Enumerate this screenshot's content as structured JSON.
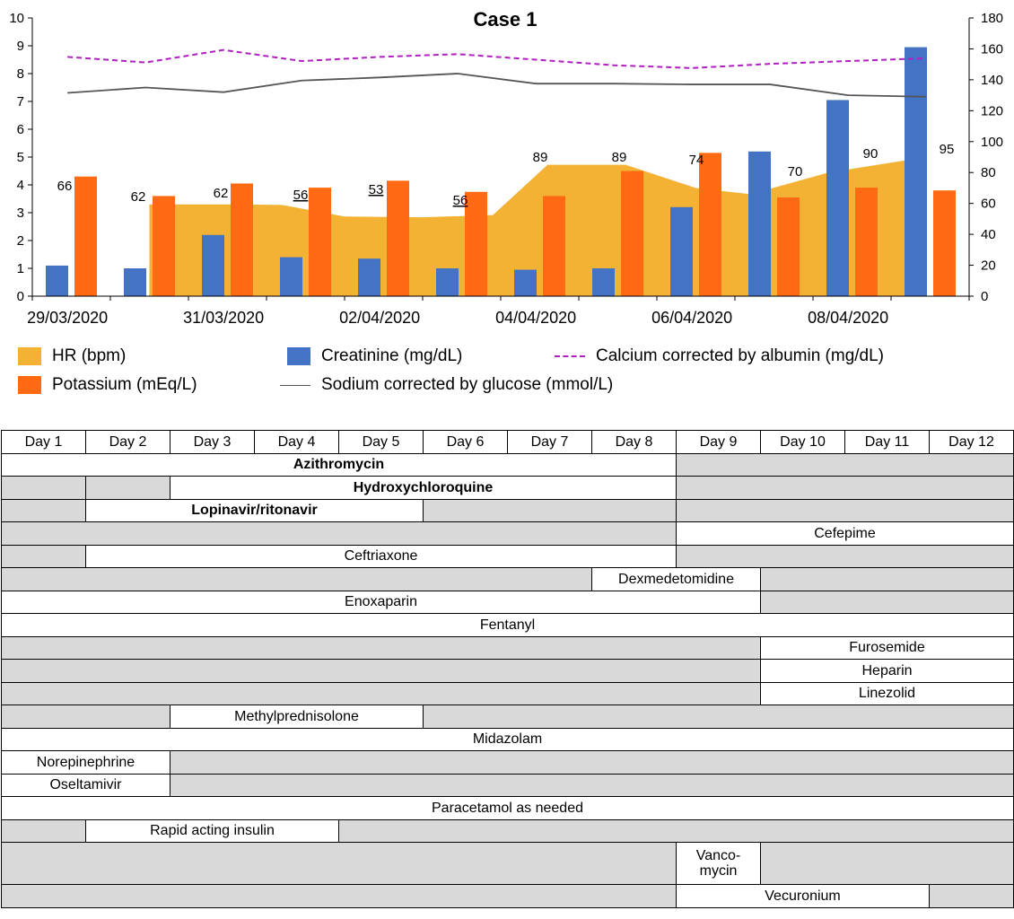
{
  "chart_data": {
    "type": "bar",
    "title": "Case 1",
    "x_tick_labels": [
      "29/03/2020",
      "31/03/2020",
      "02/04/2020",
      "04/04/2020",
      "06/04/2020",
      "08/04/2020"
    ],
    "left_axis": {
      "ylim": [
        0,
        10
      ],
      "ticks": [
        "0",
        "1",
        "2",
        "3",
        "4",
        "5",
        "6",
        "7",
        "8",
        "9",
        "10"
      ]
    },
    "right_axis": {
      "ylim": [
        0,
        180
      ],
      "ticks": [
        "0",
        "20",
        "40",
        "60",
        "80",
        "100",
        "120",
        "140",
        "160",
        "180"
      ]
    },
    "days": [
      "29/03/2020",
      "30/03/2020",
      "31/03/2020",
      "01/04/2020",
      "02/04/2020",
      "03/04/2020",
      "04/04/2020",
      "05/04/2020",
      "06/04/2020",
      "07/04/2020",
      "08/04/2020",
      "09/04/2020"
    ],
    "series": [
      {
        "name": "HR (bpm)",
        "kind": "area",
        "axis": "right",
        "color": "#f3b234",
        "values": [
          null,
          59.4,
          59.4,
          59,
          51.5,
          51,
          52.5,
          85,
          85,
          70,
          66,
          80,
          88
        ],
        "x_points": [
          "29/03/2020",
          "30/03/2020",
          "31/03/2020",
          "31/03/2020 late",
          "01/04/2020",
          "02/04/2020",
          "03/04/2020",
          "04/04/2020",
          "05/04/2020",
          "06/04/2020",
          "07/04/2020",
          "08/04/2020",
          "09/04/2020"
        ],
        "labels": [
          "66",
          "62",
          "62",
          "56",
          "53",
          "56",
          "89",
          "89",
          "74",
          "70",
          "90",
          "95"
        ],
        "underlined_labels": [
          3,
          4,
          5
        ]
      },
      {
        "name": "Creatinine (mg/dL)",
        "kind": "bar",
        "axis": "left",
        "color": "#4472c4",
        "values": [
          1.1,
          1.0,
          2.2,
          1.4,
          1.35,
          1.0,
          0.95,
          1.0,
          3.2,
          5.2,
          7.05,
          8.95
        ]
      },
      {
        "name": "Potassium (mEq/L)",
        "kind": "bar",
        "axis": "left",
        "color": "#ff6a13",
        "values": [
          4.3,
          3.6,
          4.05,
          3.9,
          4.15,
          3.75,
          3.6,
          4.5,
          5.15,
          3.55,
          3.9,
          3.8
        ]
      },
      {
        "name": "Calcium corrected by albumin (mg/dL)",
        "kind": "line",
        "axis": "left",
        "color": "#b020c0",
        "dash": true,
        "values": [
          8.6,
          8.4,
          8.85,
          8.45,
          8.6,
          8.7,
          8.5,
          8.3,
          8.2,
          8.35,
          8.45,
          8.55
        ]
      },
      {
        "name": "Sodium corrected by glucose (mmol/L)",
        "kind": "line",
        "axis": "right",
        "color": "#555555",
        "values": [
          131.5,
          135,
          132,
          139.5,
          141.5,
          144,
          137.5,
          137.5,
          137,
          137,
          130,
          129
        ]
      }
    ],
    "legend": [
      {
        "label": "HR (bpm)",
        "color": "#f3b234",
        "kind": "box"
      },
      {
        "label": "Creatinine (mg/dL)",
        "color": "#4472c4",
        "kind": "box"
      },
      {
        "label": "Calcium corrected by albumin (mg/dL)",
        "color": "#b020c0",
        "kind": "dash"
      },
      {
        "label": "Potassium (mEq/L)",
        "color": "#ff6a13",
        "kind": "box"
      },
      {
        "label": "Sodium corrected by glucose (mmol/L)",
        "color": "#555555",
        "kind": "line"
      }
    ]
  },
  "table": {
    "day_headers": [
      "Day 1",
      "Day 2",
      "Day 3",
      "Day 4",
      "Day 5",
      "Day 6",
      "Day 7",
      "Day 8",
      "Day 9",
      "Day 10",
      "Day 11",
      "Day 12"
    ],
    "rows": [
      {
        "segments": [
          {
            "span": 8,
            "on": true,
            "label": "Azithromycin",
            "bold": true
          },
          {
            "span": 4,
            "on": false,
            "label": ""
          }
        ]
      },
      {
        "segments": [
          {
            "span": 1,
            "on": false,
            "label": ""
          },
          {
            "span": 1,
            "on": false,
            "label": ""
          },
          {
            "span": 6,
            "on": true,
            "label": "Hydroxychloroquine",
            "bold": true
          },
          {
            "span": 4,
            "on": false,
            "label": ""
          }
        ]
      },
      {
        "segments": [
          {
            "span": 1,
            "on": false,
            "label": ""
          },
          {
            "span": 4,
            "on": true,
            "label": "Lopinavir/ritonavir",
            "bold": true
          },
          {
            "span": 3,
            "on": false,
            "label": ""
          },
          {
            "span": 4,
            "on": false,
            "label": ""
          }
        ]
      },
      {
        "segments": [
          {
            "span": 8,
            "on": false,
            "label": ""
          },
          {
            "span": 4,
            "on": true,
            "label": "Cefepime"
          }
        ]
      },
      {
        "segments": [
          {
            "span": 1,
            "on": false,
            "label": ""
          },
          {
            "span": 7,
            "on": true,
            "label": "Ceftriaxone"
          },
          {
            "span": 4,
            "on": false,
            "label": ""
          }
        ]
      },
      {
        "segments": [
          {
            "span": 7,
            "on": false,
            "label": ""
          },
          {
            "span": 2,
            "on": true,
            "label": "Dexmedetomidine"
          },
          {
            "span": 3,
            "on": false,
            "label": ""
          }
        ]
      },
      {
        "segments": [
          {
            "span": 9,
            "on": true,
            "label": "Enoxaparin"
          },
          {
            "span": 3,
            "on": false,
            "label": ""
          }
        ]
      },
      {
        "segments": [
          {
            "span": 12,
            "on": true,
            "label": "Fentanyl"
          }
        ]
      },
      {
        "segments": [
          {
            "span": 9,
            "on": false,
            "label": ""
          },
          {
            "span": 3,
            "on": true,
            "label": "Furosemide"
          }
        ]
      },
      {
        "segments": [
          {
            "span": 9,
            "on": false,
            "label": ""
          },
          {
            "span": 3,
            "on": true,
            "label": "Heparin"
          }
        ]
      },
      {
        "segments": [
          {
            "span": 9,
            "on": false,
            "label": ""
          },
          {
            "span": 3,
            "on": true,
            "label": "Linezolid"
          }
        ]
      },
      {
        "segments": [
          {
            "span": 2,
            "on": false,
            "label": ""
          },
          {
            "span": 3,
            "on": true,
            "label": "Methylprednisolone"
          },
          {
            "span": 7,
            "on": false,
            "label": ""
          }
        ]
      },
      {
        "segments": [
          {
            "span": 12,
            "on": true,
            "label": "Midazolam"
          }
        ]
      },
      {
        "segments": [
          {
            "span": 2,
            "on": true,
            "label": "Norepinephrine"
          },
          {
            "span": 10,
            "on": false,
            "label": ""
          }
        ]
      },
      {
        "segments": [
          {
            "span": 2,
            "on": true,
            "label": "Oseltamivir"
          },
          {
            "span": 10,
            "on": false,
            "label": ""
          }
        ]
      },
      {
        "segments": [
          {
            "span": 12,
            "on": true,
            "label": "Paracetamol as needed"
          }
        ]
      },
      {
        "segments": [
          {
            "span": 1,
            "on": false,
            "label": ""
          },
          {
            "span": 3,
            "on": true,
            "label": "Rapid acting insulin"
          },
          {
            "span": 8,
            "on": false,
            "label": ""
          }
        ]
      },
      {
        "segments": [
          {
            "span": 8,
            "on": false,
            "label": ""
          },
          {
            "span": 1,
            "on": true,
            "label": "Vanco-\nmycin",
            "tall": true
          },
          {
            "span": 3,
            "on": false,
            "label": ""
          }
        ]
      },
      {
        "segments": [
          {
            "span": 8,
            "on": false,
            "label": ""
          },
          {
            "span": 3,
            "on": true,
            "label": "Vecuronium"
          },
          {
            "span": 1,
            "on": false,
            "label": ""
          }
        ]
      }
    ]
  }
}
